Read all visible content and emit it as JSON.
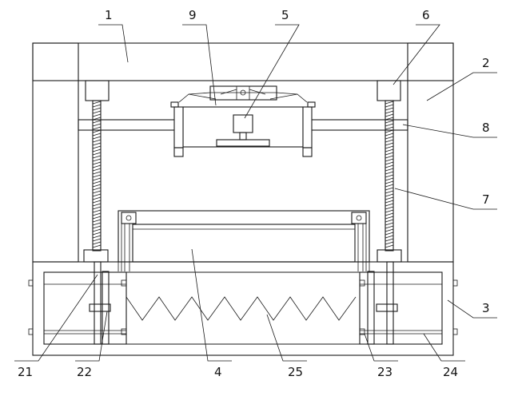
{
  "callouts": [
    {
      "id": "c1",
      "text": "1"
    },
    {
      "id": "c2",
      "text": "2"
    },
    {
      "id": "c3",
      "text": "3"
    },
    {
      "id": "c4",
      "text": "4"
    },
    {
      "id": "c5",
      "text": "5"
    },
    {
      "id": "c6",
      "text": "6"
    },
    {
      "id": "c7",
      "text": "7"
    },
    {
      "id": "c8",
      "text": "8"
    },
    {
      "id": "c9",
      "text": "9"
    },
    {
      "id": "c21",
      "text": "21"
    },
    {
      "id": "c22",
      "text": "22"
    },
    {
      "id": "c23",
      "text": "23"
    },
    {
      "id": "c24",
      "text": "24"
    },
    {
      "id": "c25",
      "text": "25"
    }
  ]
}
